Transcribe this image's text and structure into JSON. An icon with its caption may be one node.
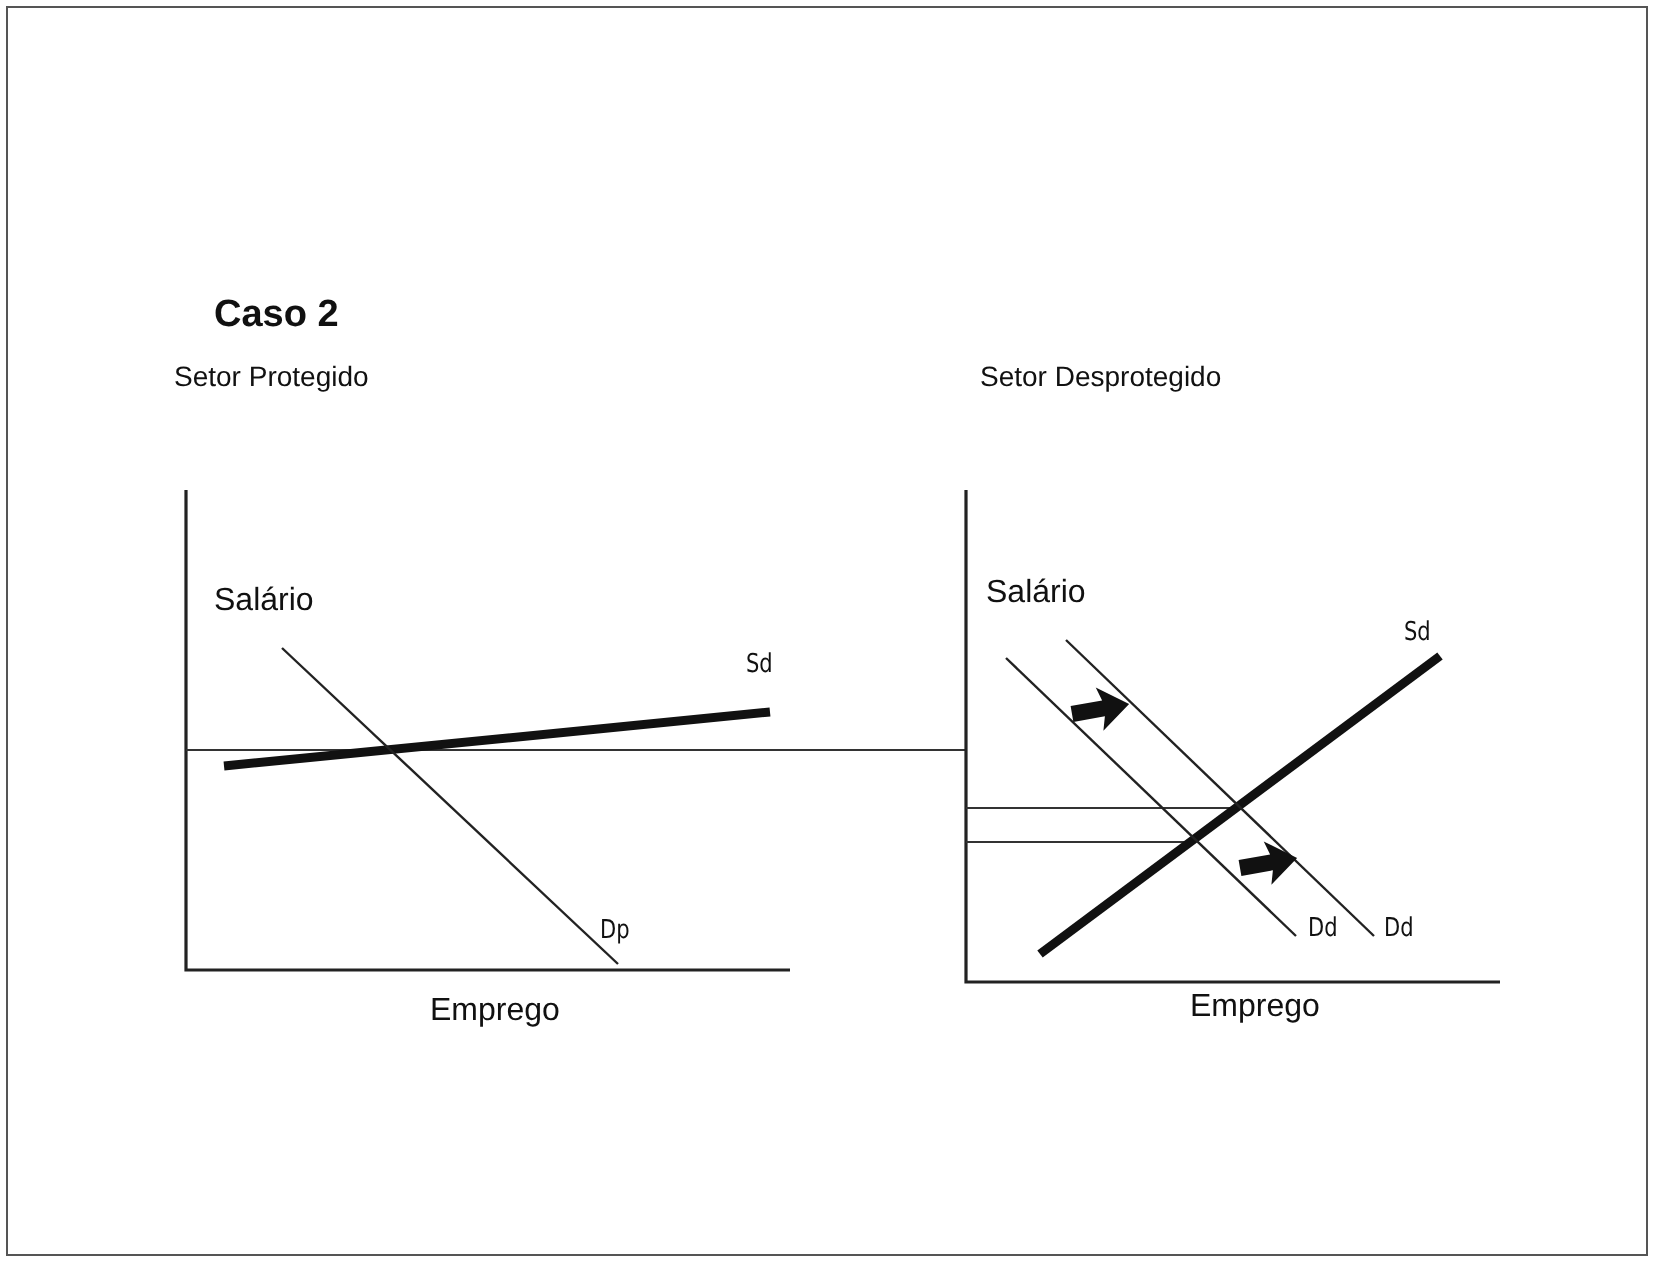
{
  "diagram": {
    "title": "Caso 2",
    "labels": [
      "Setor Protegido",
      "Setor Desprotegido",
      "Salário",
      "Sd",
      "Dp",
      "Emprego",
      "Salário",
      "Sd",
      "Dd",
      "Dd",
      "Emprego"
    ]
  }
}
